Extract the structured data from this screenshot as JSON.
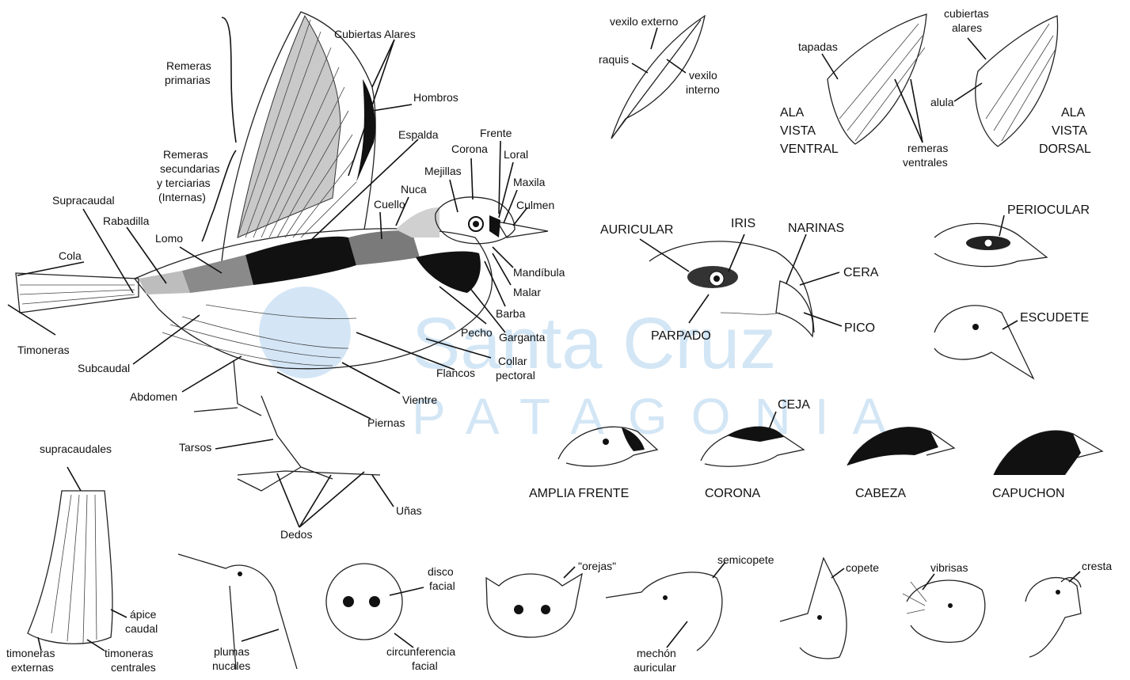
{
  "watermark": {
    "line1": "Santa Cruz",
    "line2": "PATAGONIA",
    "color": "#3d8fd6"
  },
  "main_bird": {
    "remeras_primarias": [
      "Remeras",
      "primarias"
    ],
    "cubiertas_alares": "Cubiertas Alares",
    "hombros": "Hombros",
    "espalda": "Espalda",
    "frente": "Frente",
    "corona": "Corona",
    "loral": "Loral",
    "mejillas": "Mejillas",
    "maxila": "Maxila",
    "nuca": "Nuca",
    "culmen": "Culmen",
    "cuello": "Cuello",
    "remeras_secundarias": [
      "Remeras",
      "secundarias",
      "y terciarias",
      "(Internas)"
    ],
    "supracaudal": "Supracaudal",
    "rabadilla": "Rabadilla",
    "lomo": "Lomo",
    "cola": "Cola",
    "mandibula": "Mandíbula",
    "malar": "Malar",
    "barba": "Barba",
    "garganta": "Garganta",
    "pecho": "Pecho",
    "collar_pectoral": [
      "Collar",
      "pectoral"
    ],
    "flancos": "Flancos",
    "timoneras": "Timoneras",
    "subcaudal": "Subcaudal",
    "abdomen": "Abdomen",
    "vientre": "Vientre",
    "piernas": "Piernas",
    "tarsos": "Tarsos",
    "unas": "Uñas",
    "dedos": "Dedos"
  },
  "feather": {
    "vexilo_externo": "vexilo externo",
    "raquis": "raquis",
    "vexilo_interno": [
      "vexilo",
      "interno"
    ]
  },
  "wings": {
    "tapadas": "tapadas",
    "cubiertas": [
      "cubiertas",
      "alares"
    ],
    "alula": "alula",
    "remeras_ventrales": [
      "remeras",
      "ventrales"
    ],
    "ventral": [
      "ALA",
      "VISTA",
      "VENTRAL"
    ],
    "dorsal": [
      "ALA",
      "VISTA",
      "DORSAL"
    ]
  },
  "raptor_head": {
    "auricular": "AURICULAR",
    "iris": "IRIS",
    "narinas": "NARINAS",
    "cera": "CERA",
    "parpado": "PARPADO",
    "pico": "PICO"
  },
  "small_heads": {
    "periocular": "PERIOCULAR",
    "escudete": "ESCUDETE",
    "ceja": "CEJA"
  },
  "cap_types": [
    "AMPLIA FRENTE",
    "CORONA",
    "CABEZA",
    "CAPUCHON"
  ],
  "tail": {
    "supracaudales": "supracaudales",
    "apice": [
      "ápice",
      "caudal"
    ],
    "externas": [
      "timoneras",
      "externas"
    ],
    "centrales": [
      "timoneras",
      "centrales"
    ]
  },
  "bottom_heads": {
    "plumas_nucales": [
      "plumas",
      "nucales"
    ],
    "disco_facial": [
      "disco",
      "facial"
    ],
    "circunferencia": [
      "circunferencia",
      "facial"
    ],
    "orejas": "\"orejas\"",
    "semicopete": "semicopete",
    "mechon": [
      "mechón",
      "auricular"
    ],
    "copete": "copete",
    "vibrisas": "vibrisas",
    "cresta": "cresta"
  }
}
